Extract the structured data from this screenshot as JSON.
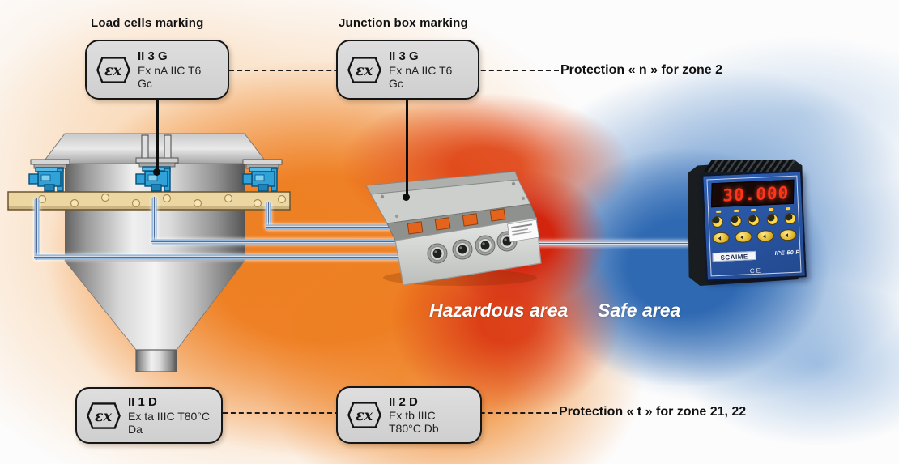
{
  "labels": {
    "load_cells_marking": "Load cells marking",
    "junction_box_marking": "Junction box marking"
  },
  "ex_symbol": "εx",
  "marking_boxes": {
    "load_cells_gas": {
      "code": "II 3 G",
      "detail": "Ex nA IIC T6 Gc"
    },
    "junction_box_gas": {
      "code": "II 3 G",
      "detail": "Ex nA IIC T6 Gc"
    },
    "load_cells_dust": {
      "code": "II 1 D",
      "detail": "Ex ta IIIC T80°C Da"
    },
    "junction_box_dust": {
      "code": "II 2 D",
      "detail": "Ex tb IIIC T80°C Db"
    }
  },
  "protection_notes": {
    "zone2": "Protection « n » for zone 2",
    "zone21_22": "Protection « t » for zone 21, 22"
  },
  "area_labels": {
    "hazardous": "Hazardous area",
    "safe": "Safe area"
  },
  "indicator": {
    "display": "30.000",
    "brand": "SCAIME",
    "model": "IPE 50 P",
    "ce": "CE"
  },
  "colors": {
    "hazardous_orange": "#ee7c1e",
    "hazardous_red": "#d3250e",
    "safe_blue": "#2f69b2",
    "cable_blue": "#173a70",
    "marking_box_fill": "#d7d7d7",
    "beam_tan": "#ecd7a2",
    "load_cell_blue": "#31a2d8",
    "display_red": "#ff3418",
    "indicator_panel_blue": "#2a58a8"
  }
}
